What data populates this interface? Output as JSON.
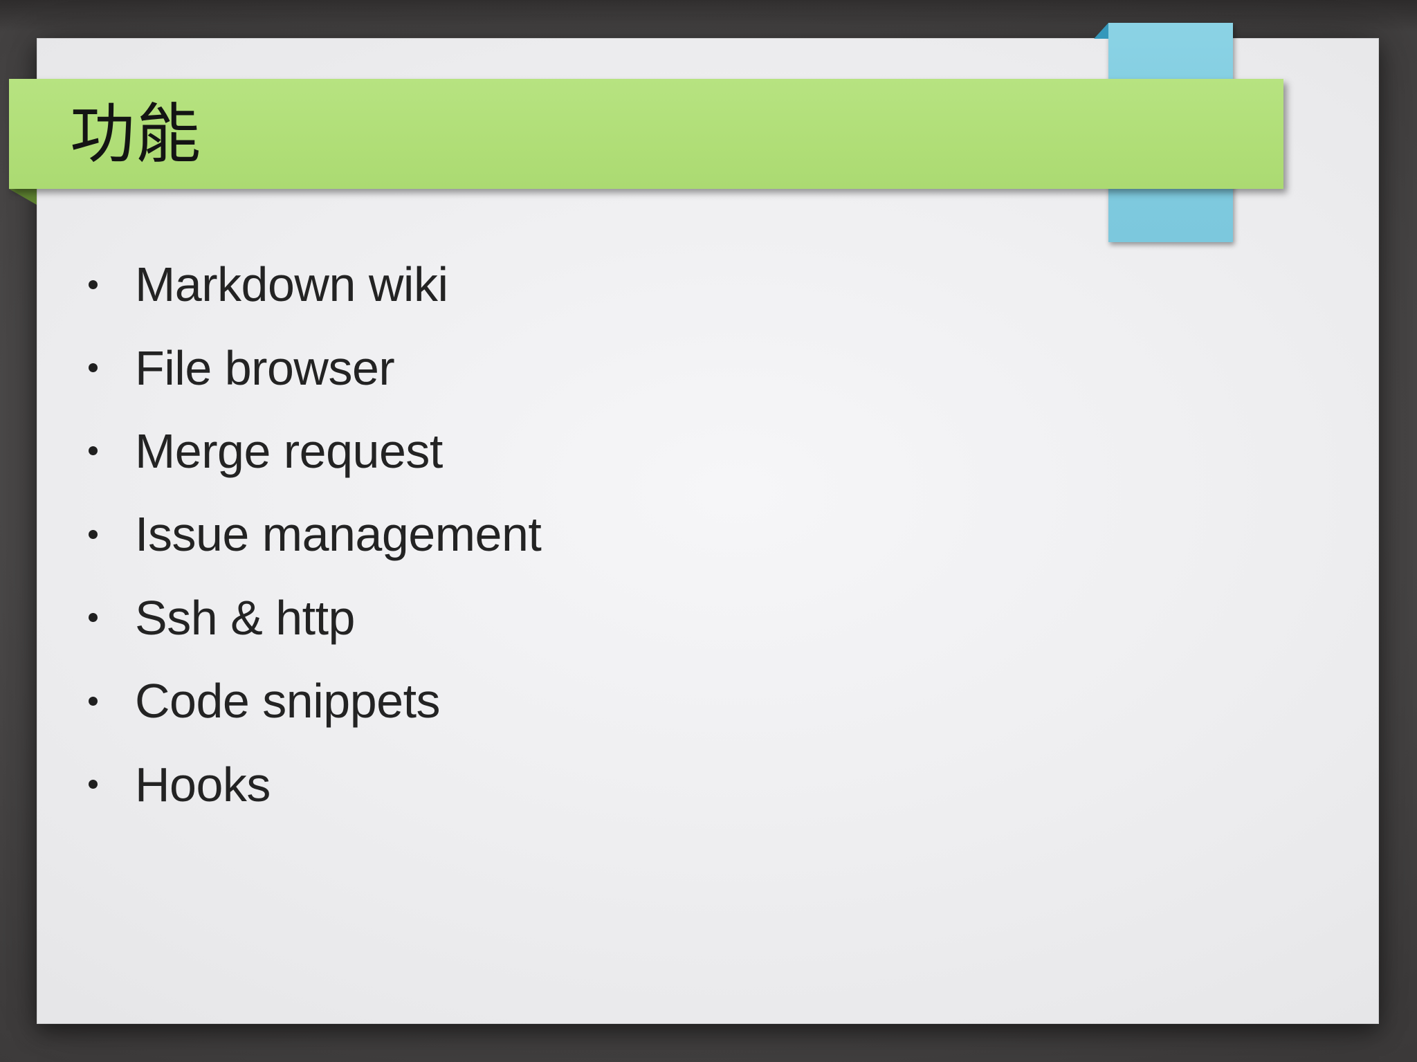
{
  "slide": {
    "title": "功能",
    "bullet_items": [
      "Markdown wiki",
      "File browser",
      "Merge request",
      "Issue management",
      "Ssh & http",
      "Code snippets",
      "Hooks"
    ]
  },
  "colors": {
    "canvas_background": "#464444",
    "slide_background": "#ededef",
    "banner_green": "#b0de77",
    "banner_fold_green": "#5d8030",
    "ribbon_blue": "#84cee1",
    "ribbon_fold_blue": "#3598bb",
    "title_text": "#141414",
    "body_text": "#232323"
  }
}
